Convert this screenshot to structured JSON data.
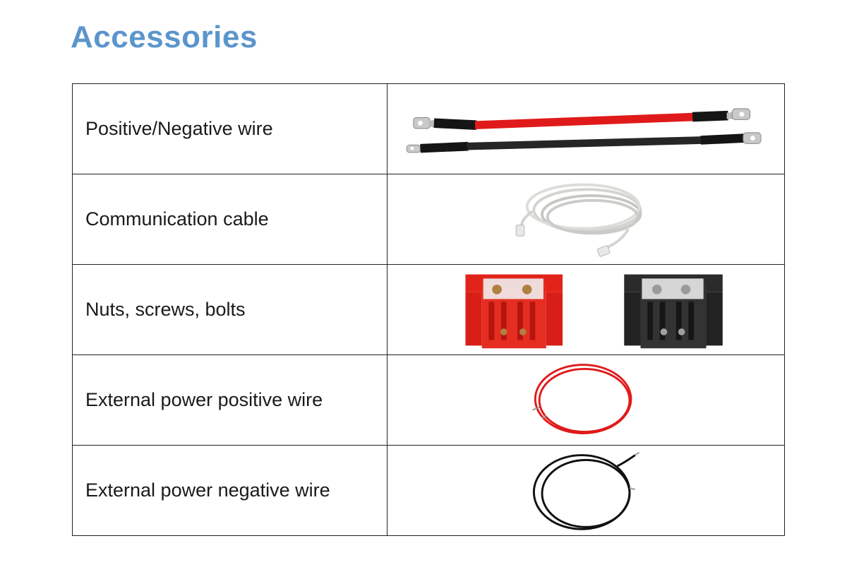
{
  "page": {
    "title": "Accessories"
  },
  "rows": [
    {
      "name": "Positive/Negative wire",
      "image_icon": "battery-cables-icon",
      "colors": [
        "#e01a1a",
        "#1a1a1a"
      ]
    },
    {
      "name": "Communication cable",
      "image_icon": "network-cable-icon",
      "colors": [
        "#d9d9d6"
      ]
    },
    {
      "name": "Nuts, screws, bolts",
      "image_icon": "terminal-blocks-icon",
      "colors": [
        "#e2231a",
        "#2b2b2b"
      ]
    },
    {
      "name": "External power positive wire",
      "image_icon": "red-wire-coil-icon",
      "colors": [
        "#e01a1a"
      ]
    },
    {
      "name": "External power negative wire",
      "image_icon": "black-wire-coil-icon",
      "colors": [
        "#111111"
      ]
    }
  ]
}
